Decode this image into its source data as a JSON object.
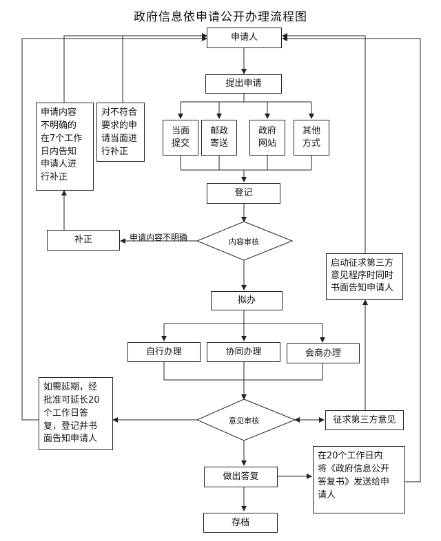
{
  "title": "政府信息依申请公开办理流程图",
  "nodes": {
    "applicant": "申请人",
    "submit": "提出申请",
    "channels": [
      "当面\n提交",
      "邮政\n寄送",
      "政府\n网站",
      "其他\n方式"
    ],
    "register": "登记",
    "content_review": "内容审核",
    "supplement": "补正",
    "unclear_edge": "申请内容不明确",
    "notify_unclear": "申请内容\n不明确的\n在7个工作\n日内告知\n申请人进\n行补正",
    "notify_in_person": "对不符合\n要求的申\n请当面进\n行补正",
    "draft": "拟办",
    "handling": [
      "自行办理",
      "协同办理",
      "会商办理"
    ],
    "opinion_review": "意见审核",
    "extension": "如需延期，经\n批准可延长20\n个工作日答\n复，登记并书\n面告知申请人",
    "third_party": "征求第三方意见",
    "third_party_notice": "启动征求第三方\n意见程序时同时\n书面告知申请人",
    "reply": "做出答复",
    "send_reply": "在20个工作日内\n将《政府信息公开\n答复书》发送给申\n请人",
    "archive": "存档"
  }
}
